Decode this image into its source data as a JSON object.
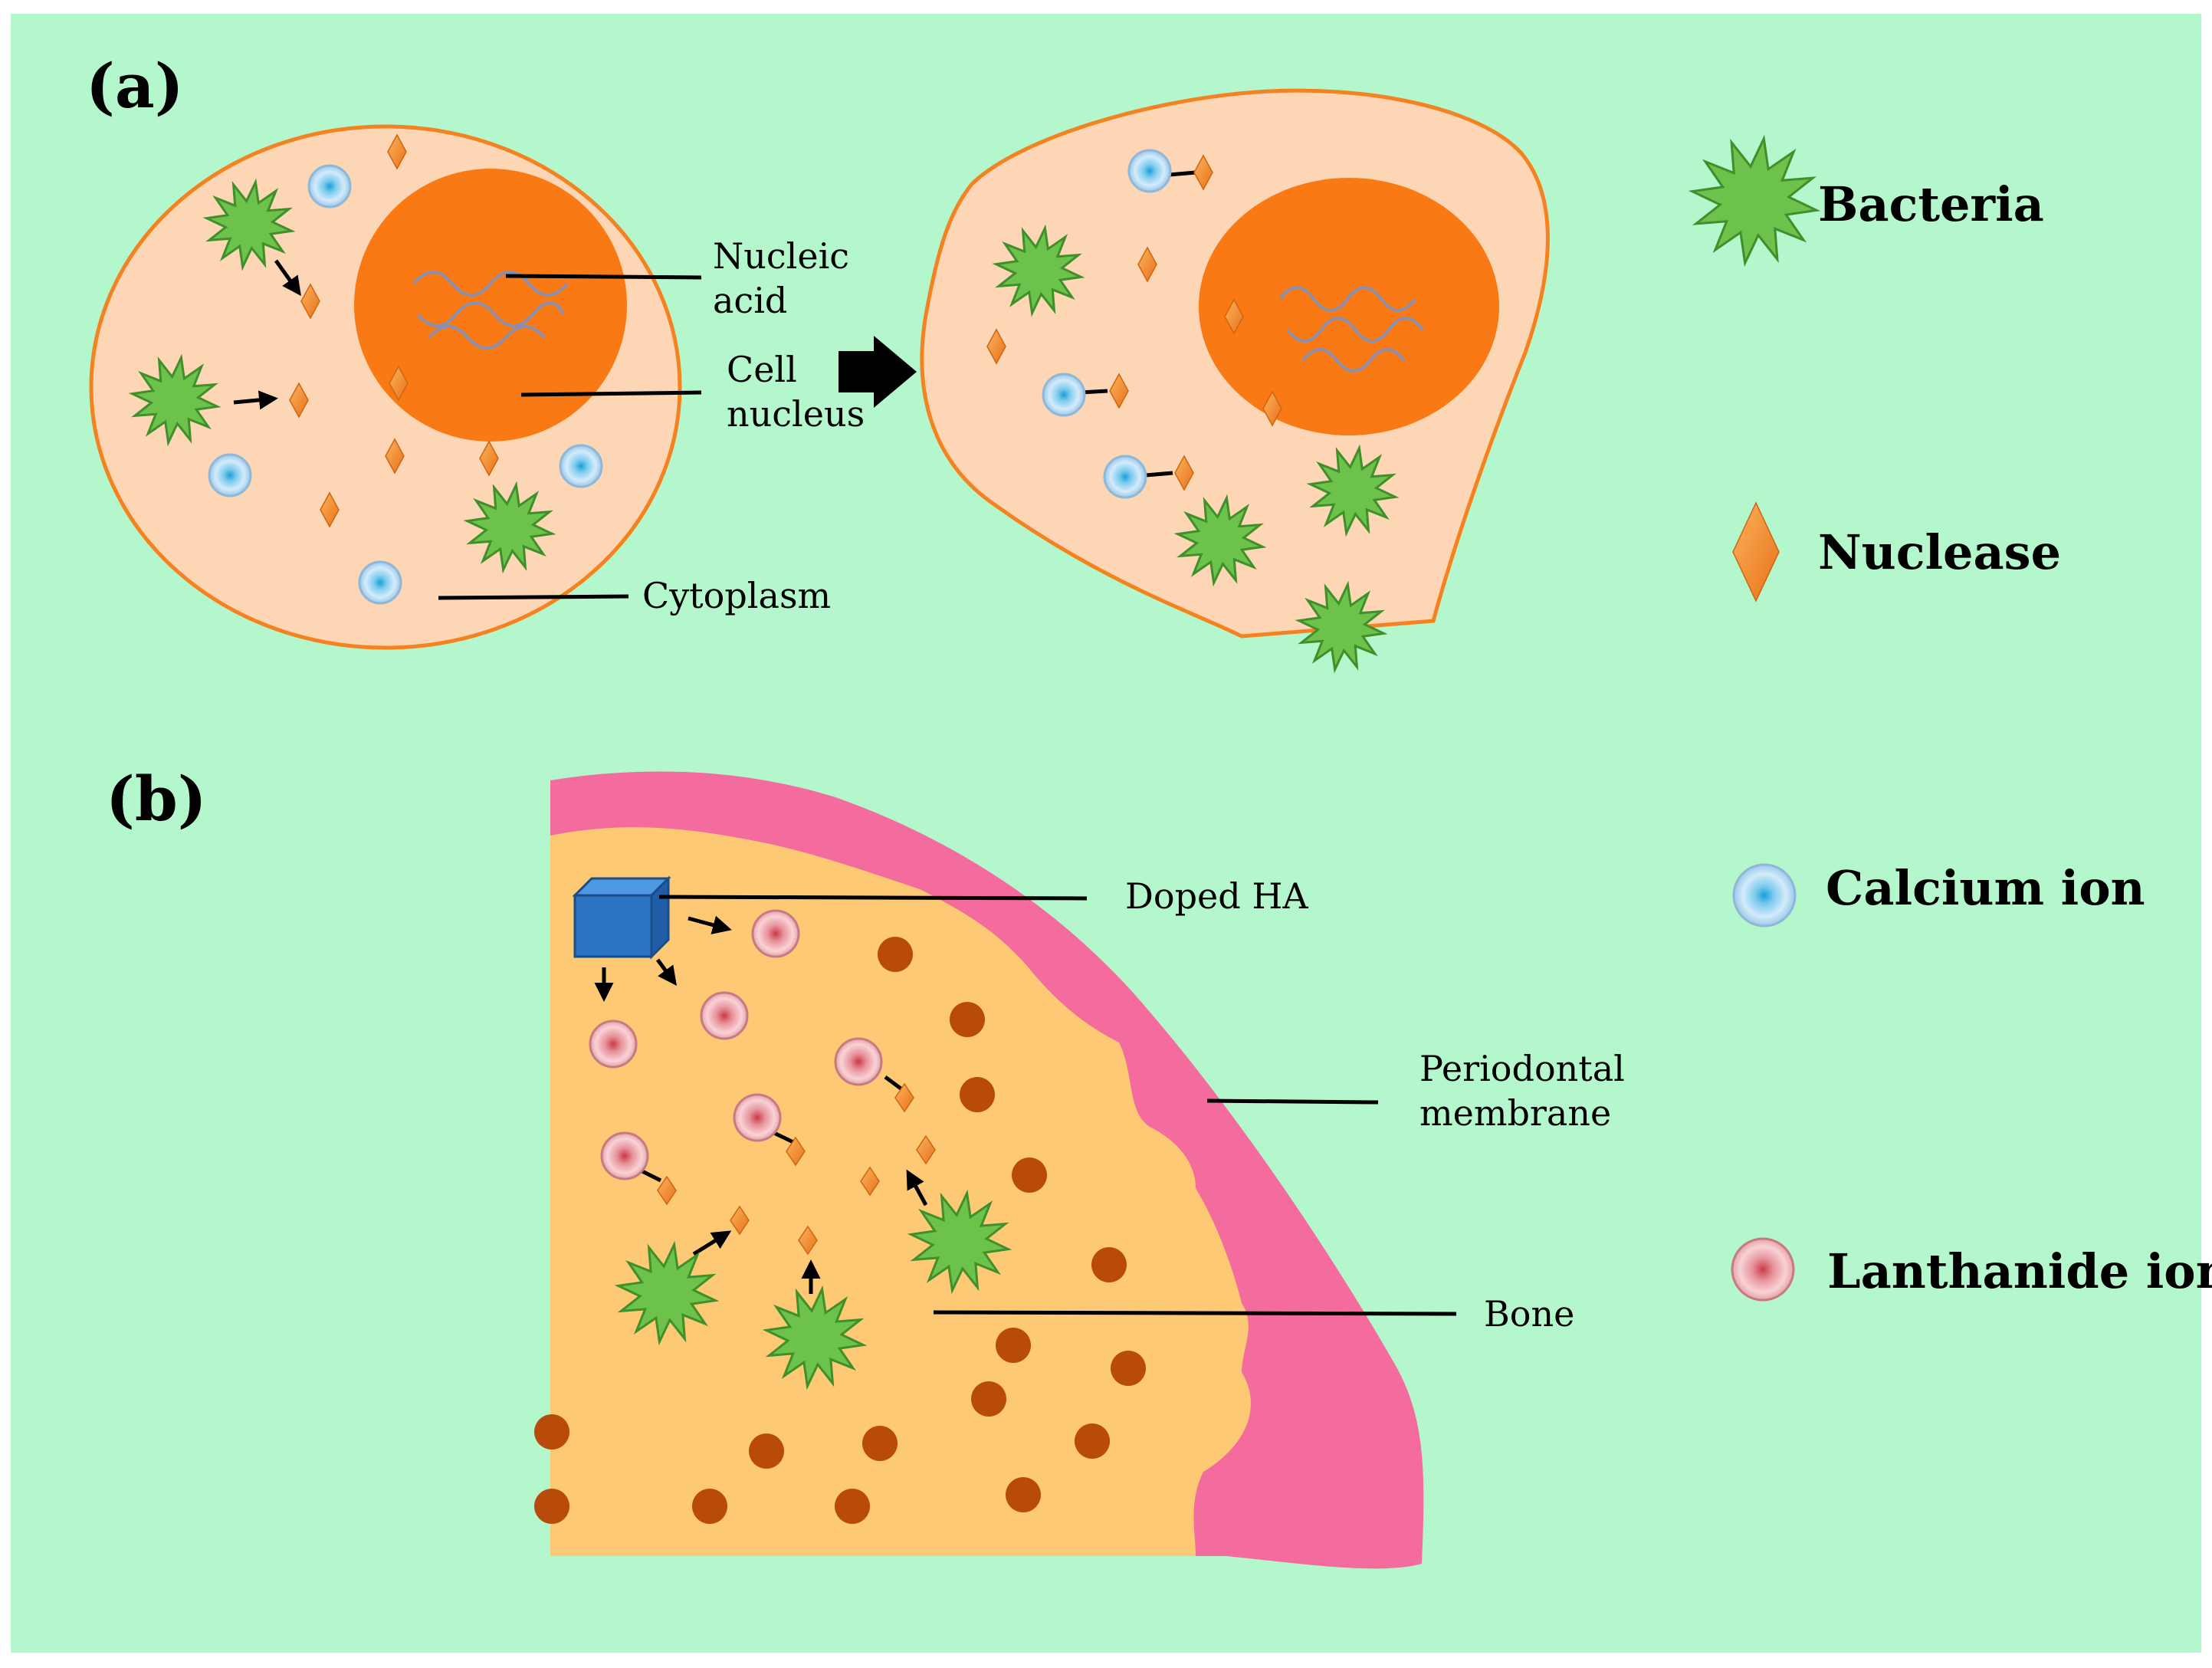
{
  "panel_a": {
    "letter": "(a)",
    "labels": {
      "nucleic_acid_line1": "Nucleic",
      "nucleic_acid_line2": "acid",
      "cell_nucleus_line1": "Cell",
      "cell_nucleus_line2": "nucleus",
      "cytoplasm": "Cytoplasm"
    }
  },
  "panel_b": {
    "letter": "(b)",
    "labels": {
      "doped_ha": "Doped HA",
      "periodontal_line1": "Periodontal",
      "periodontal_line2": "membrane",
      "bone": "Bone"
    }
  },
  "legend": {
    "bacteria": "Bacteria",
    "nuclease": "Nuclease",
    "calcium_ion": "Calcium ion",
    "lanthanide_ion": "Lanthanide ion"
  },
  "colors": {
    "background": "#b5f7cc",
    "cytoplasm_fill": "#fdd6b6",
    "cell_border": "#f58220",
    "nucleus": "#f97a14",
    "bacteria": "#6cc24a",
    "nuclease": "#f48a20",
    "calcium_ion": "#55b8e6",
    "lanthanide_ion": "#d35a63",
    "bone": "#fdc974",
    "bone_spots": "#b84a0a",
    "periodontal_membrane": "#f46c9d",
    "doped_ha_cube": "#2b74c4"
  }
}
